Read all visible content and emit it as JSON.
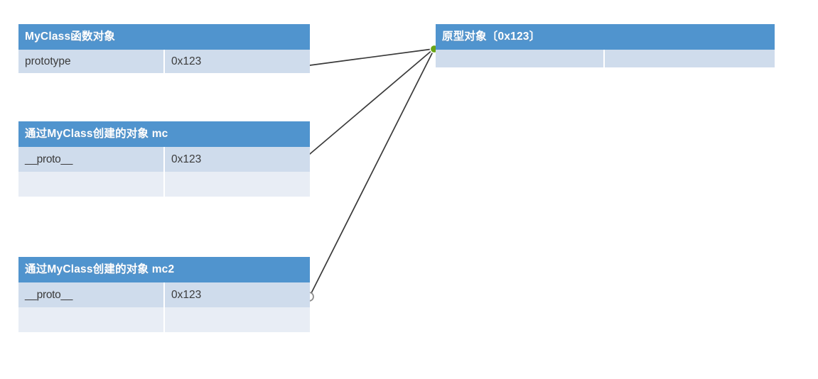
{
  "diagram": {
    "title_hidden": "",
    "background_color": "#ffffff",
    "header_color": "#5094ce",
    "row_filled_color": "#cfdcec",
    "row_empty_color": "#e8edf5",
    "connector_color": "#3a3a3a",
    "anchor_dot_color": "#69a515",
    "endpoint_ring_color": "#8c8c8c"
  },
  "tables": {
    "myclass": {
      "header": "MyClass函数对象",
      "rows": [
        {
          "key": "prototype",
          "value": "0x123"
        }
      ]
    },
    "mc": {
      "header": "通过MyClass创建的对象 mc",
      "rows": [
        {
          "key": "__proto__",
          "value": "0x123"
        },
        {
          "key": "",
          "value": ""
        }
      ]
    },
    "mc2": {
      "header": "通过MyClass创建的对象 mc2",
      "rows": [
        {
          "key": "__proto__",
          "value": "0x123"
        },
        {
          "key": "",
          "value": ""
        }
      ]
    },
    "prototype": {
      "header": "原型对象〔0x123〕",
      "rows": [
        {
          "key": "",
          "value": ""
        }
      ]
    }
  },
  "connectors": [
    {
      "name": "myclass-prototype-to-proto-object",
      "from": "myclass.prototype",
      "to": "prototype-object"
    },
    {
      "name": "mc-proto-to-proto-object",
      "from": "mc.__proto__",
      "to": "prototype-object"
    },
    {
      "name": "mc2-proto-to-proto-object",
      "from": "mc2.__proto__",
      "to": "prototype-object"
    }
  ]
}
